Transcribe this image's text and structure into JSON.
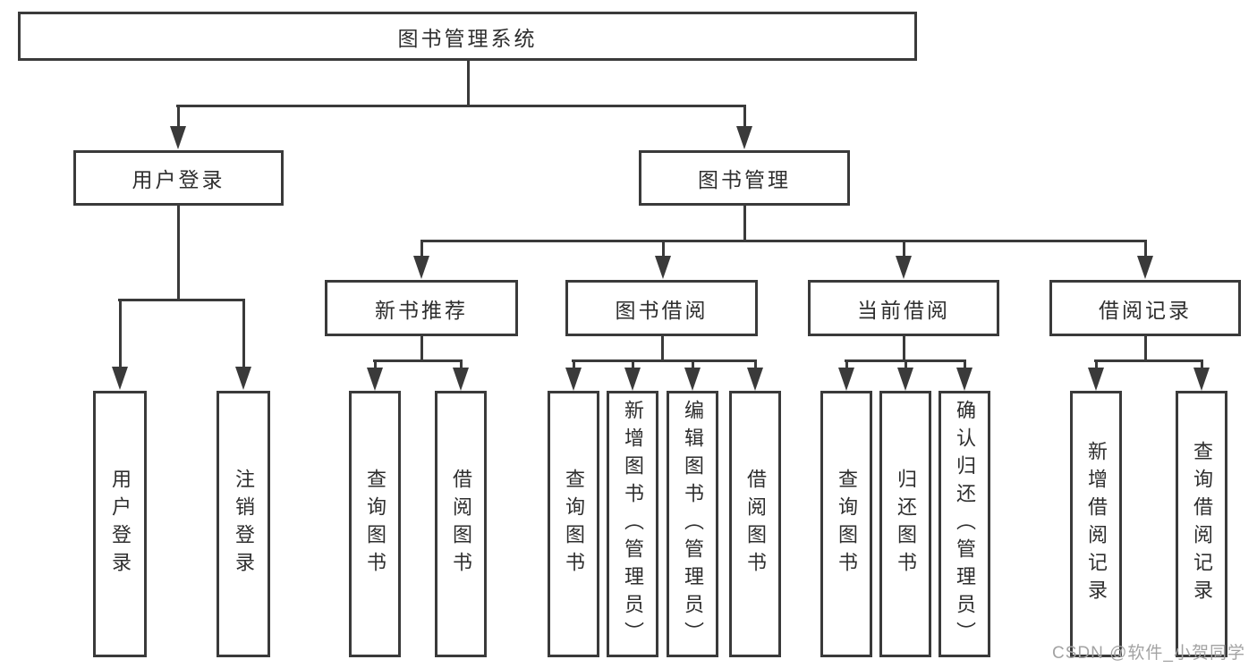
{
  "diagram": {
    "root": {
      "label": "图书管理系统"
    },
    "login": {
      "label": "用户登录",
      "children": [
        {
          "label": "用户登录"
        },
        {
          "label": "注销登录"
        }
      ]
    },
    "mgmt": {
      "label": "图书管理",
      "children": [
        {
          "label": "新书推荐",
          "children": [
            {
              "label": "查询图书"
            },
            {
              "label": "借阅图书"
            }
          ]
        },
        {
          "label": "图书借阅",
          "children": [
            {
              "label": "查询图书"
            },
            {
              "label": "新增图书（管理员）"
            },
            {
              "label": "编辑图书（管理员）"
            },
            {
              "label": "借阅图书"
            }
          ]
        },
        {
          "label": "当前借阅",
          "children": [
            {
              "label": "查询图书"
            },
            {
              "label": "归还图书"
            },
            {
              "label": "确认归还（管理员）"
            }
          ]
        },
        {
          "label": "借阅记录",
          "children": [
            {
              "label": "新增借阅记录"
            },
            {
              "label": "查询借阅记录"
            }
          ]
        }
      ]
    },
    "watermark": "CSDN @软件_小贺同学",
    "colors": {
      "line": "#3a3a3a",
      "text": "#2e2e2e",
      "box_fill": "#ffffff",
      "background": "#ffffff",
      "watermark": "#a3a3a3"
    }
  }
}
